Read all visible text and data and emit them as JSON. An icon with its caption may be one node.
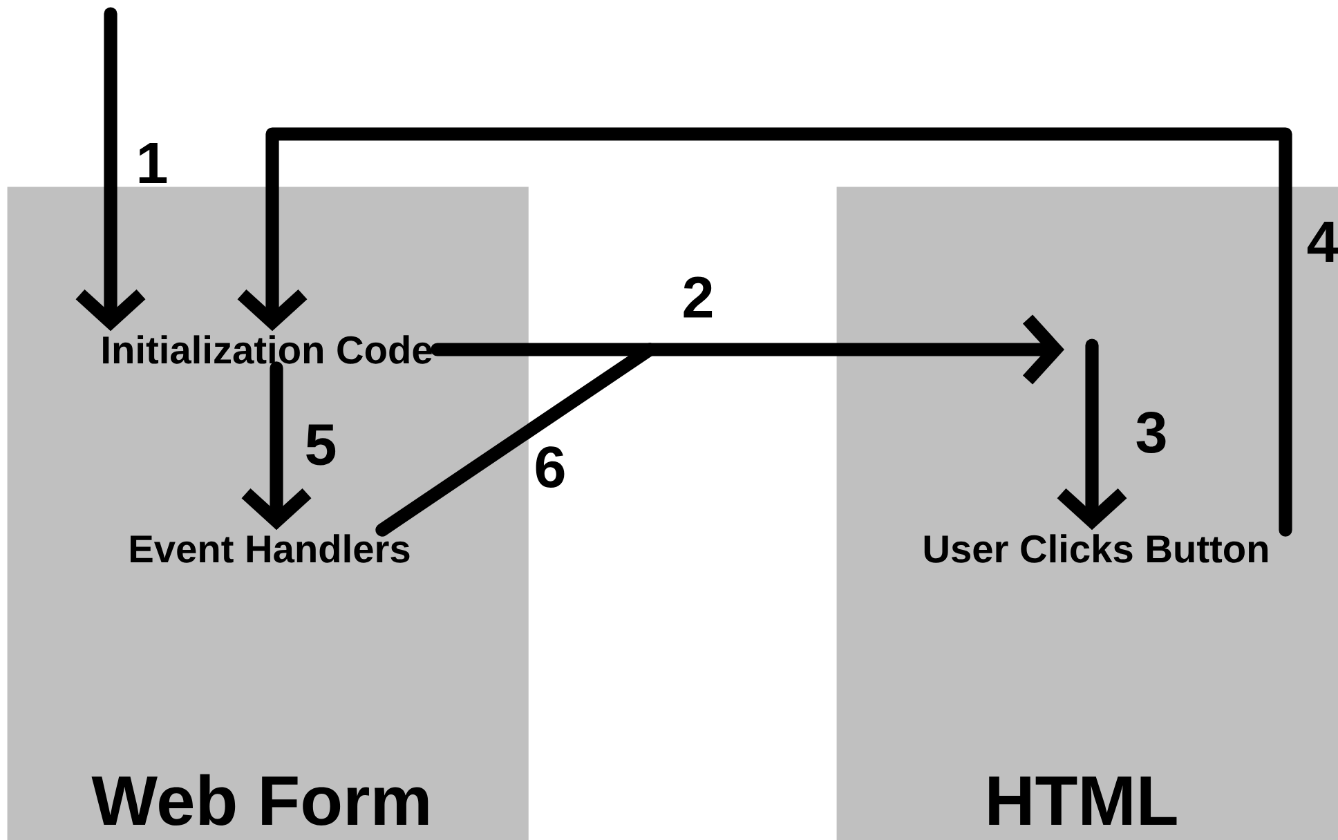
{
  "diagram": {
    "nodes": [
      {
        "text": [
          "Web Form"
        ]
      },
      {
        "text": [
          "Initialization Code"
        ],
        "in": 0
      },
      {
        "text": [
          "Event Handlers"
        ],
        "in": 0
      },
      {
        "text": [
          "HTML"
        ]
      },
      {
        "text": [
          "User Clicks Button"
        ],
        "in": 3
      }
    ],
    "edges": [
      {
        "from": null,
        "to": 1,
        "arrow": "to",
        "label": "1"
      },
      {
        "from": 1,
        "to": null,
        "arrow": "to",
        "label": "2"
      },
      {
        "from": null,
        "to": 4,
        "arrow": "to",
        "label": "3"
      },
      {
        "from": 4,
        "to": 1,
        "arrow": "to",
        "label": "4"
      },
      {
        "from": 1,
        "to": 2,
        "arrow": "to",
        "label": "5"
      },
      {
        "from": 2,
        "to": null,
        "arrow": "to",
        "label": "6"
      }
    ]
  }
}
